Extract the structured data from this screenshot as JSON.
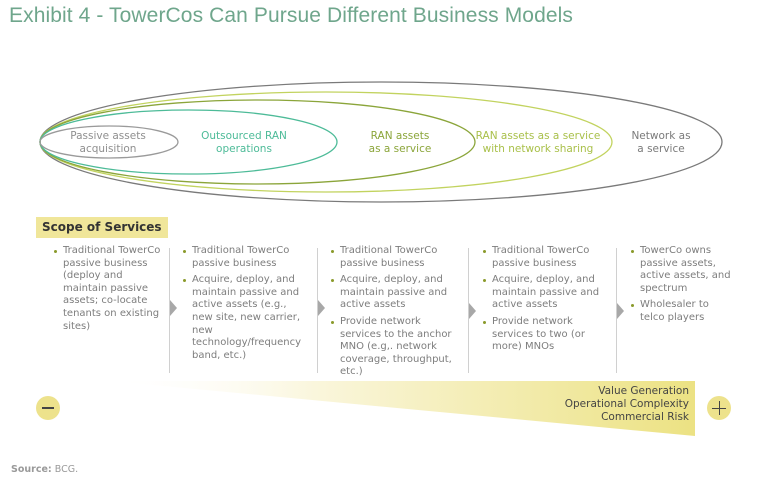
{
  "title": "Exhibit 4 - TowerCos Can Pursue Different Business Models",
  "models": [
    {
      "line1": "Passive assets",
      "line2": "acquisition",
      "color": "#8f8f8f"
    },
    {
      "line1": "Outsourced RAN",
      "line2": "operations",
      "color": "#4dbb98"
    },
    {
      "line1": "RAN assets",
      "line2": "as a service",
      "color": "#8ba53a"
    },
    {
      "line1": "RAN assets as a service",
      "line2": "with network sharing",
      "color": "#b4cc52"
    },
    {
      "line1": "Network as",
      "line2": "a service",
      "color": "#6e6e6e"
    }
  ],
  "scope_label": "Scope of Services",
  "columns": [
    {
      "bullets": [
        "Traditional TowerCo passive business (deploy and maintain passive assets; co-locate tenants on existing sites)"
      ]
    },
    {
      "bullets": [
        "Traditional TowerCo passive business",
        "Acquire, deploy, and maintain passive and active assets (e.g., new site, new carrier, new technology/frequency band, etc.)"
      ]
    },
    {
      "bullets": [
        "Traditional TowerCo passive business",
        "Acquire, deploy, and maintain passive and active assets",
        "Provide network services to the anchor MNO (e.g,. network coverage, throughput, etc.)"
      ]
    },
    {
      "bullets": [
        "Traditional TowerCo passive business",
        "Acquire, deploy, and maintain passive and active assets",
        "Provide network services to two (or more) MNOs"
      ]
    },
    {
      "bullets": [
        "TowerCo owns passive assets, active assets, and spectrum",
        "Wholesaler to telco players"
      ]
    }
  ],
  "metrics": [
    "Value Generation",
    "Operational Complexity",
    "Commercial Risk"
  ],
  "scale": {
    "low_icon": "minus-icon",
    "high_icon": "plus-icon",
    "accent": "#ede28c"
  },
  "source": {
    "label": "Source:",
    "text": " BCG."
  }
}
